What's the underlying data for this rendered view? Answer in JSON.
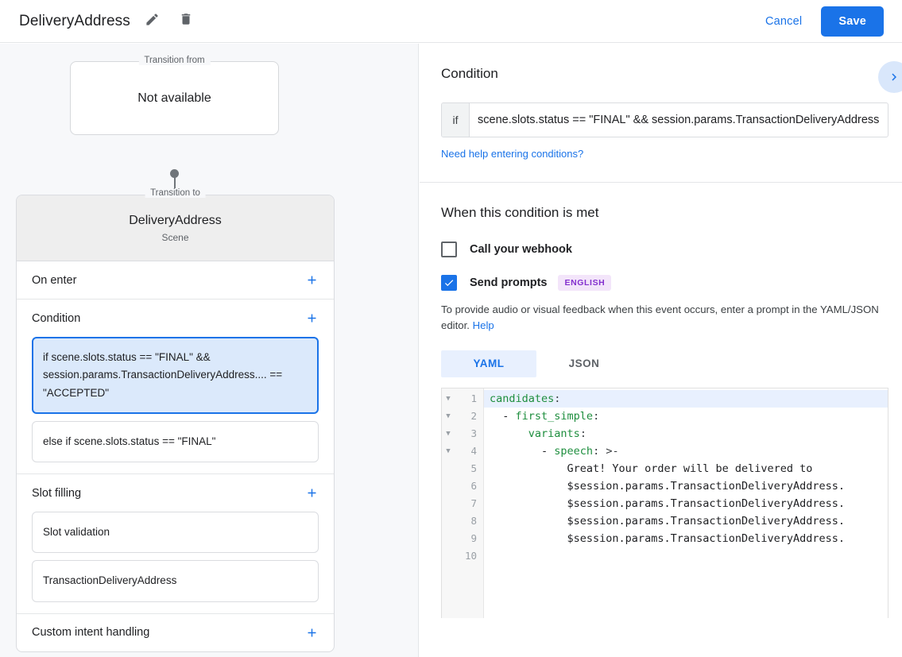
{
  "topbar": {
    "title": "DeliveryAddress",
    "edit_icon": "pencil-icon",
    "delete_icon": "trash-icon",
    "cancel_label": "Cancel",
    "save_label": "Save",
    "accent_color": "#1a73e8"
  },
  "graph": {
    "from_legend": "Transition from",
    "from_value": "Not available",
    "to_legend": "Transition to",
    "to_title": "DeliveryAddress",
    "to_subtitle": "Scene"
  },
  "scene_sections": [
    {
      "title": "On enter",
      "add_icon": "plus-icon",
      "items": []
    },
    {
      "title": "Condition",
      "add_icon": "plus-icon",
      "items": [
        {
          "text": "if scene.slots.status == \"FINAL\" && session.params.TransactionDeliveryAddress.... == \"ACCEPTED\"",
          "selected": true
        },
        {
          "text": "else if scene.slots.status == \"FINAL\"",
          "selected": false
        }
      ]
    },
    {
      "title": "Slot filling",
      "add_icon": "plus-icon",
      "items": [
        {
          "text": "Slot validation",
          "selected": false
        },
        {
          "text": "TransactionDeliveryAddress",
          "selected": false
        }
      ]
    },
    {
      "title": "Custom intent handling",
      "add_icon": "plus-icon",
      "items": []
    }
  ],
  "right": {
    "condition": {
      "heading": "Condition",
      "collapse_icon": "chevron-right-icon",
      "if_label": "if",
      "value": "scene.slots.status == \"FINAL\" && session.params.TransactionDeliveryAddress.deliveryAddress.status == \"ACCEPTED\"",
      "placeholder": "Enter a condition",
      "help_link": "Need help entering conditions?"
    },
    "when_met": {
      "heading": "When this condition is met",
      "webhook_label": "Call your webhook",
      "webhook_checked": false,
      "prompts_label": "Send prompts",
      "prompts_checked": true,
      "language_chip": "ENGLISH",
      "description": "To provide audio or visual feedback when this event occurs, enter a prompt in the YAML/JSON editor.",
      "help_label": "Help",
      "tabs": [
        {
          "label": "YAML",
          "active": true
        },
        {
          "label": "JSON",
          "active": false
        }
      ]
    },
    "editor": {
      "language": "yaml",
      "active_line": 1,
      "lines": [
        {
          "n": 1,
          "fold": true,
          "key": "candidates",
          "indent": "",
          "rest": ":"
        },
        {
          "n": 2,
          "fold": true,
          "key": "first_simple",
          "indent": "  - ",
          "rest": ":"
        },
        {
          "n": 3,
          "fold": true,
          "key": "variants",
          "indent": "      ",
          "rest": ":"
        },
        {
          "n": 4,
          "fold": true,
          "key": "speech",
          "indent": "        - ",
          "rest": ": >-"
        },
        {
          "n": 5,
          "fold": false,
          "plain": "            Great! Your order will be delivered to"
        },
        {
          "n": 6,
          "fold": false,
          "plain": "            $session.params.TransactionDeliveryAddress."
        },
        {
          "n": 7,
          "fold": false,
          "plain": "            $session.params.TransactionDeliveryAddress."
        },
        {
          "n": 8,
          "fold": false,
          "plain": "            $session.params.TransactionDeliveryAddress."
        },
        {
          "n": 9,
          "fold": false,
          "plain": "            $session.params.TransactionDeliveryAddress."
        },
        {
          "n": 10,
          "fold": false,
          "plain": ""
        }
      ]
    }
  }
}
